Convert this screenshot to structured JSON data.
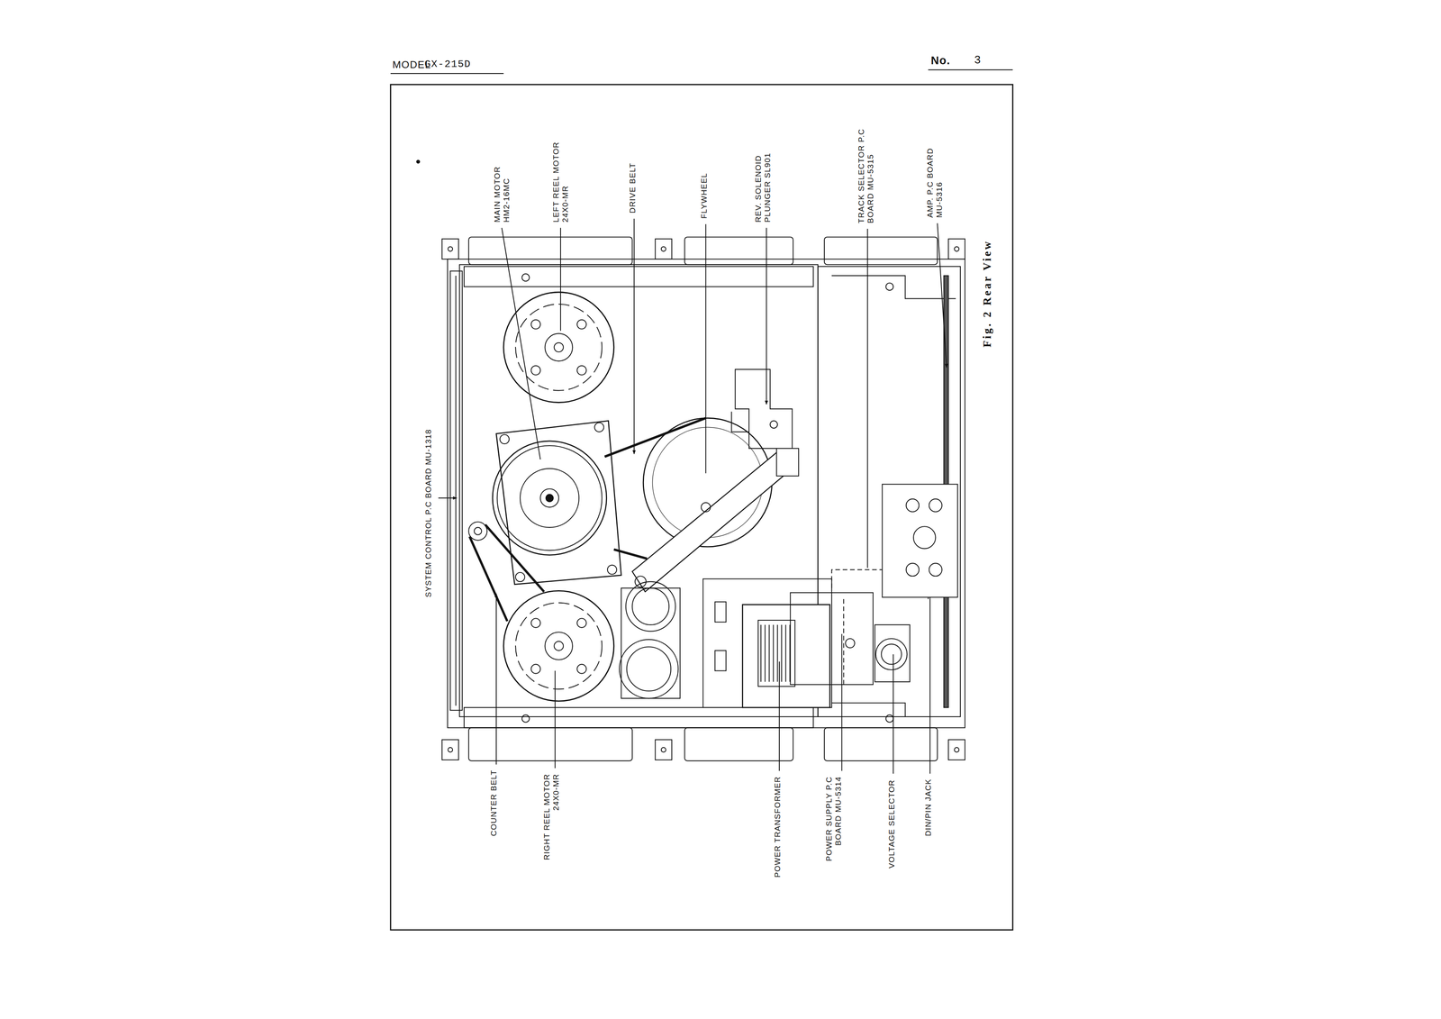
{
  "diagram": {
    "caption": "Fig. 2 Rear View",
    "labels": [
      "MODEL",
      "GX-215D",
      "No.",
      "3",
      "SYSTEM CONTROL P.C BOARD MU-1318",
      "MAIN MOTOR HM2-16MC",
      "LEFT REEL MOTOR 24X0-MR",
      "DRIVE BELT",
      "FLYWHEEL",
      "REV. SOLENOID PLUNGER SL901",
      "TRACK SELECTOR P.C BOARD MU-5315",
      "AMP. P.C BOARD MU-5316",
      "COUNTER BELT",
      "RIGHT REEL MOTOR 24X0-MR",
      "POWER TRANSFORMER",
      "POWER SUPPLY P.C BOARD MU-5314",
      "VOLTAGE SELECTOR",
      "DIN/PIN JACK"
    ]
  }
}
